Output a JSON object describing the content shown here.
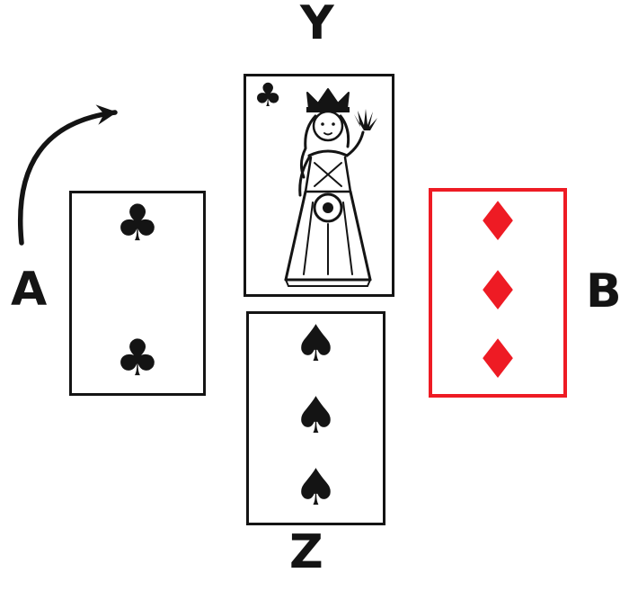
{
  "diagram": {
    "labels": {
      "top": "Y",
      "left": "A",
      "right": "B",
      "bottom": "Z"
    },
    "cards": {
      "top": {
        "name": "queen of clubs",
        "suit": "club",
        "rank": "queen"
      },
      "left": {
        "name": "two of clubs",
        "suit": "club",
        "pips": 2
      },
      "right": {
        "name": "three of diamonds",
        "suit": "diamond",
        "pips": 3
      },
      "bottom": {
        "name": "three of spades",
        "suit": "spade",
        "pips": 3
      }
    }
  },
  "glyphs": {
    "club": "♣",
    "diamond": "♦",
    "spade": "♠"
  },
  "colors": {
    "ink": "#141414",
    "red": "#ee1b24",
    "background": "#ffffff"
  }
}
